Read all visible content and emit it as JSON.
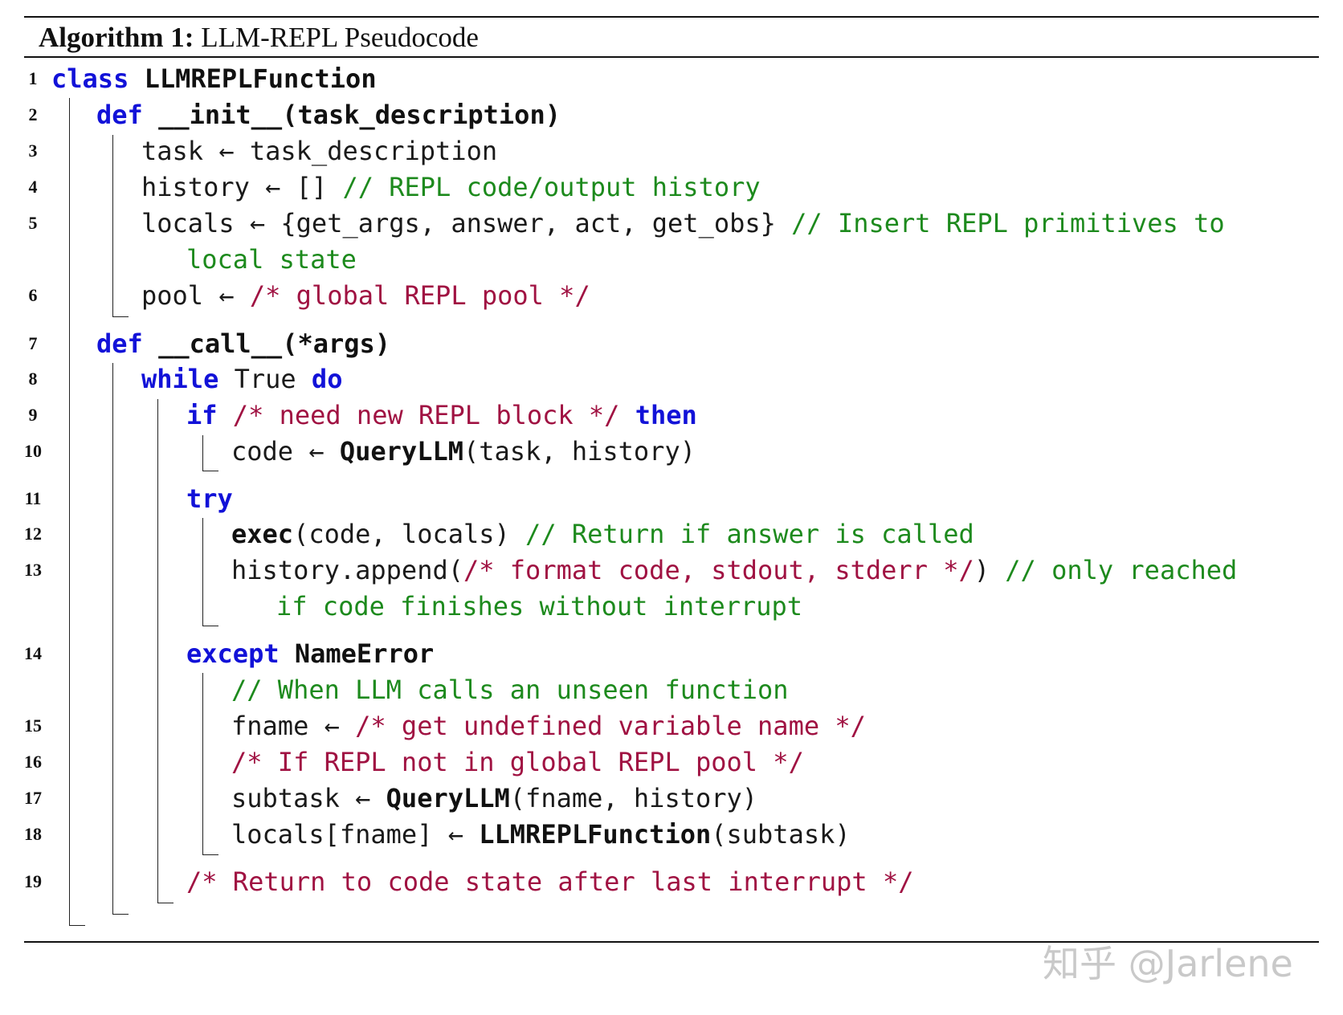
{
  "algorithm": {
    "label": "Algorithm 1:",
    "title": "LLM-REPL Pseudocode"
  },
  "lines": [
    {
      "no": "1",
      "parts": [
        {
          "t": "class",
          "s": "kw"
        },
        {
          "t": " "
        },
        {
          "t": "LLMREPLFunction",
          "s": "fn"
        }
      ]
    },
    {
      "no": "2",
      "parts": [
        {
          "t": "def",
          "s": "kw"
        },
        {
          "t": " "
        },
        {
          "t": "__init__(task_description)",
          "s": "fn"
        }
      ]
    },
    {
      "no": "3",
      "parts": [
        {
          "t": "task ← task_description"
        }
      ]
    },
    {
      "no": "4",
      "parts": [
        {
          "t": "history ← [] "
        },
        {
          "t": "// REPL code/output history",
          "s": "cmt"
        }
      ]
    },
    {
      "no": "5",
      "parts": [
        {
          "t": "locals ← {get_args, answer, act, get_obs} "
        },
        {
          "t": "// Insert REPL primitives to",
          "s": "cmt"
        }
      ]
    },
    {
      "no": "",
      "parts": [
        {
          "t": "local state",
          "s": "cmt"
        }
      ]
    },
    {
      "no": "6",
      "parts": [
        {
          "t": "pool ← "
        },
        {
          "t": "/* global REPL pool */",
          "s": "blk"
        }
      ]
    },
    {
      "no": "7",
      "parts": [
        {
          "t": "def",
          "s": "kw"
        },
        {
          "t": " "
        },
        {
          "t": "__call__(*args)",
          "s": "fn"
        }
      ]
    },
    {
      "no": "8",
      "parts": [
        {
          "t": "while",
          "s": "kw"
        },
        {
          "t": " True "
        },
        {
          "t": "do",
          "s": "kw"
        }
      ]
    },
    {
      "no": "9",
      "parts": [
        {
          "t": "if",
          "s": "kw"
        },
        {
          "t": " "
        },
        {
          "t": "/* need new REPL block */",
          "s": "blk"
        },
        {
          "t": " "
        },
        {
          "t": "then",
          "s": "kw"
        }
      ]
    },
    {
      "no": "10",
      "parts": [
        {
          "t": "code ← "
        },
        {
          "t": "QueryLLM",
          "s": "fn"
        },
        {
          "t": "(task, history)"
        }
      ]
    },
    {
      "no": "11",
      "parts": [
        {
          "t": "try",
          "s": "kw"
        }
      ]
    },
    {
      "no": "12",
      "parts": [
        {
          "t": "exec",
          "s": "fn"
        },
        {
          "t": "(code, locals) "
        },
        {
          "t": "// Return if answer is called",
          "s": "cmt"
        }
      ]
    },
    {
      "no": "13",
      "parts": [
        {
          "t": "history.append("
        },
        {
          "t": "/* format code, stdout, stderr */",
          "s": "blk"
        },
        {
          "t": ") "
        },
        {
          "t": "// only reached",
          "s": "cmt"
        }
      ]
    },
    {
      "no": "",
      "parts": [
        {
          "t": "if code finishes without interrupt",
          "s": "cmt"
        }
      ]
    },
    {
      "no": "14",
      "parts": [
        {
          "t": "except",
          "s": "kw"
        },
        {
          "t": " "
        },
        {
          "t": "NameError",
          "s": "fn"
        }
      ]
    },
    {
      "no": "",
      "parts": [
        {
          "t": "// When LLM calls an unseen function",
          "s": "cmt"
        }
      ]
    },
    {
      "no": "15",
      "parts": [
        {
          "t": "fname ← "
        },
        {
          "t": "/* get undefined variable name */",
          "s": "blk"
        }
      ]
    },
    {
      "no": "16",
      "parts": [
        {
          "t": "/* If REPL not in global REPL pool */",
          "s": "blk"
        }
      ]
    },
    {
      "no": "17",
      "parts": [
        {
          "t": "subtask ← "
        },
        {
          "t": "QueryLLM",
          "s": "fn"
        },
        {
          "t": "(fname, history)"
        }
      ]
    },
    {
      "no": "18",
      "parts": [
        {
          "t": "locals[fname] ← "
        },
        {
          "t": "LLMREPLFunction",
          "s": "fn"
        },
        {
          "t": "(subtask)"
        }
      ]
    },
    {
      "no": "19",
      "parts": [
        {
          "t": "/* Return to code state after last interrupt */",
          "s": "blk"
        }
      ]
    }
  ],
  "watermark": "知乎 @Jarlene"
}
